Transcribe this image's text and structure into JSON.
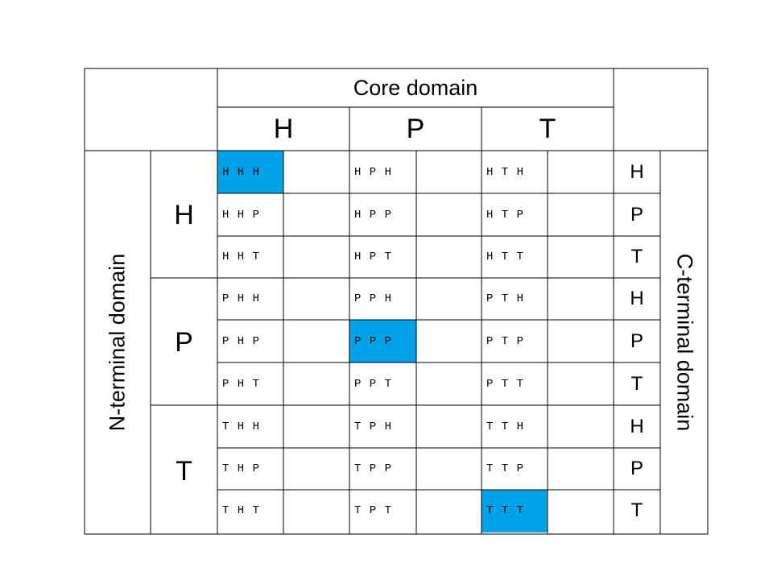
{
  "header": {
    "core_label": "Core domain",
    "core_letters": [
      "H",
      "P",
      "T"
    ]
  },
  "n_terminal_label": "N-terminal domain",
  "c_terminal_label": "C-terminal domain",
  "n_letters": [
    "H",
    "P",
    "T"
  ],
  "c_letters": [
    "H",
    "P",
    "T",
    "H",
    "P",
    "T",
    "H",
    "P",
    "T"
  ],
  "rows": [
    [
      "H H H",
      "H P H",
      "H T H"
    ],
    [
      "H H P",
      "H P P",
      "H T P"
    ],
    [
      "H H T",
      "H P T",
      "H T T"
    ],
    [
      "P H H",
      "P P H",
      "P T H"
    ],
    [
      "P H P",
      "P P P",
      "P T P"
    ],
    [
      "P H T",
      "P P T",
      "P T T"
    ],
    [
      "T H H",
      "T P H",
      "T T H"
    ],
    [
      "T H P",
      "T P P",
      "T T P"
    ],
    [
      "T H T",
      "T P T",
      "T T T"
    ]
  ],
  "highlighted_cells": [
    "H H H",
    "P P P",
    "T T T"
  ],
  "colors": {
    "highlight": "#00a3e8",
    "border": "#000000"
  }
}
